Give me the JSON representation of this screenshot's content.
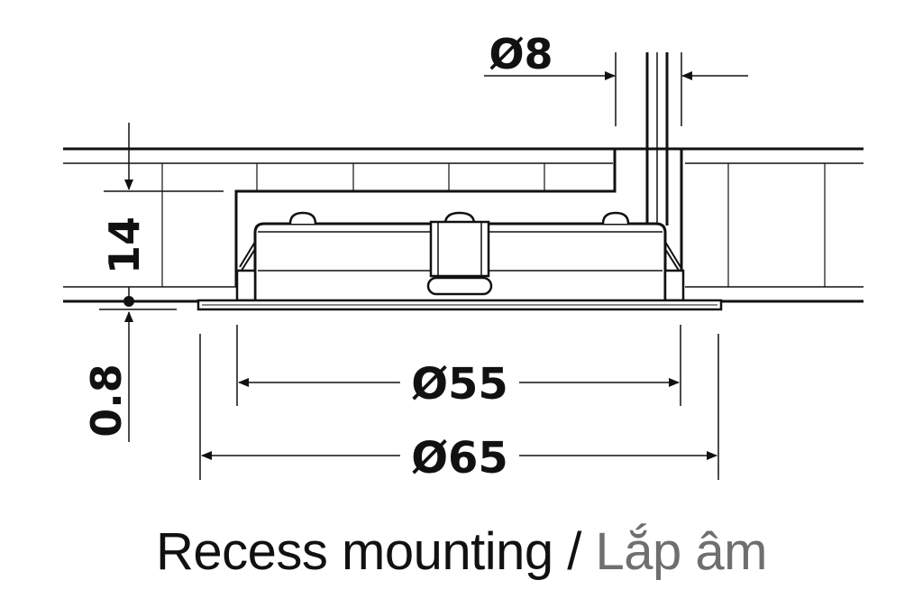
{
  "dimensions": {
    "pipe_diameter": "Ø8",
    "recess_depth": "14",
    "rim_thickness": "0.8",
    "cutout_diameter": "Ø55",
    "outer_diameter": "Ø65"
  },
  "caption": {
    "english": "Recess mounting",
    "separator": " / ",
    "vietnamese": "Lắp âm"
  },
  "colors": {
    "line": "#111111",
    "caption_secondary": "#6f6f6f",
    "background": "#ffffff"
  }
}
